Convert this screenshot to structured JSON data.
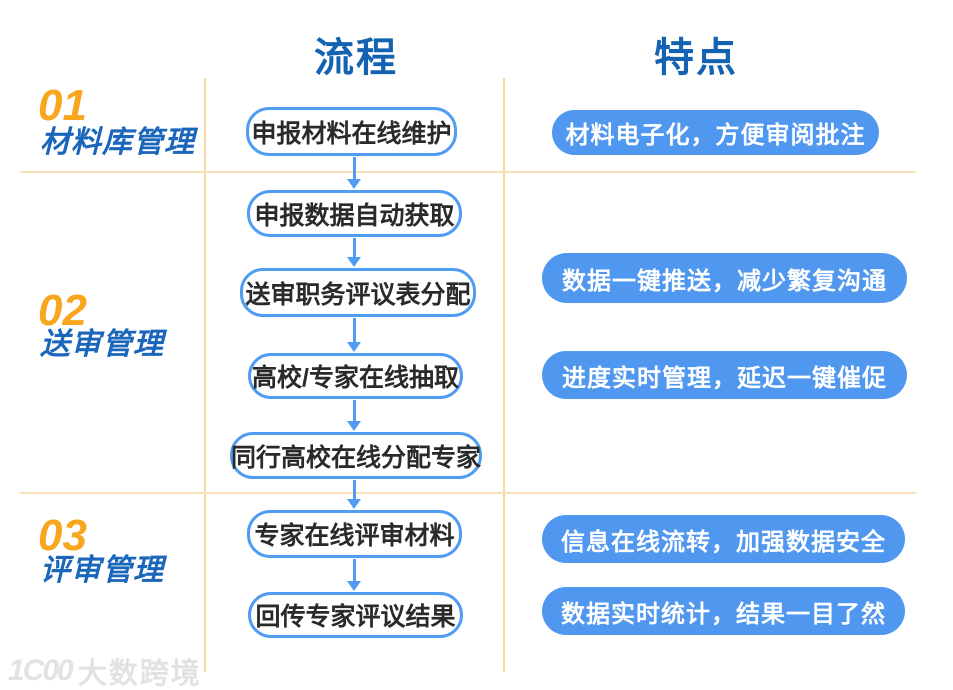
{
  "header": {
    "process_col": "流程",
    "features_col": "特点"
  },
  "sections": [
    {
      "number": "01",
      "name": "材料库管理"
    },
    {
      "number": "02",
      "name": "送审管理"
    },
    {
      "number": "03",
      "name": "评审管理"
    }
  ],
  "flow": {
    "steps": [
      {
        "label": "申报材料在线维护"
      },
      {
        "label": "申报数据自动获取"
      },
      {
        "label": "送审职务评议表分配"
      },
      {
        "label": "高校/专家在线抽取"
      },
      {
        "label": "同行高校在线分配专家"
      },
      {
        "label": "专家在线评审材料"
      },
      {
        "label": "回传专家评议结果"
      }
    ]
  },
  "features": {
    "pills": [
      {
        "label": "材料电子化，方便审阅批注"
      },
      {
        "label": "数据一键推送，减少繁复沟通"
      },
      {
        "label": "进度实时管理，延迟一键催促"
      },
      {
        "label": "信息在线流转，加强数据安全"
      },
      {
        "label": "数据实时统计，结果一目了然"
      }
    ]
  },
  "watermark": {
    "logo": "1C00",
    "text": "大数跨境"
  },
  "colors": {
    "header_blue": "#1463b2",
    "section_title_blue": "#1a66bb",
    "accent_orange": "#f8a61e",
    "pill_blue": "#4f97ef",
    "box_border_blue": "#4f9cf2",
    "divider_tan": "#f6d7a0"
  }
}
